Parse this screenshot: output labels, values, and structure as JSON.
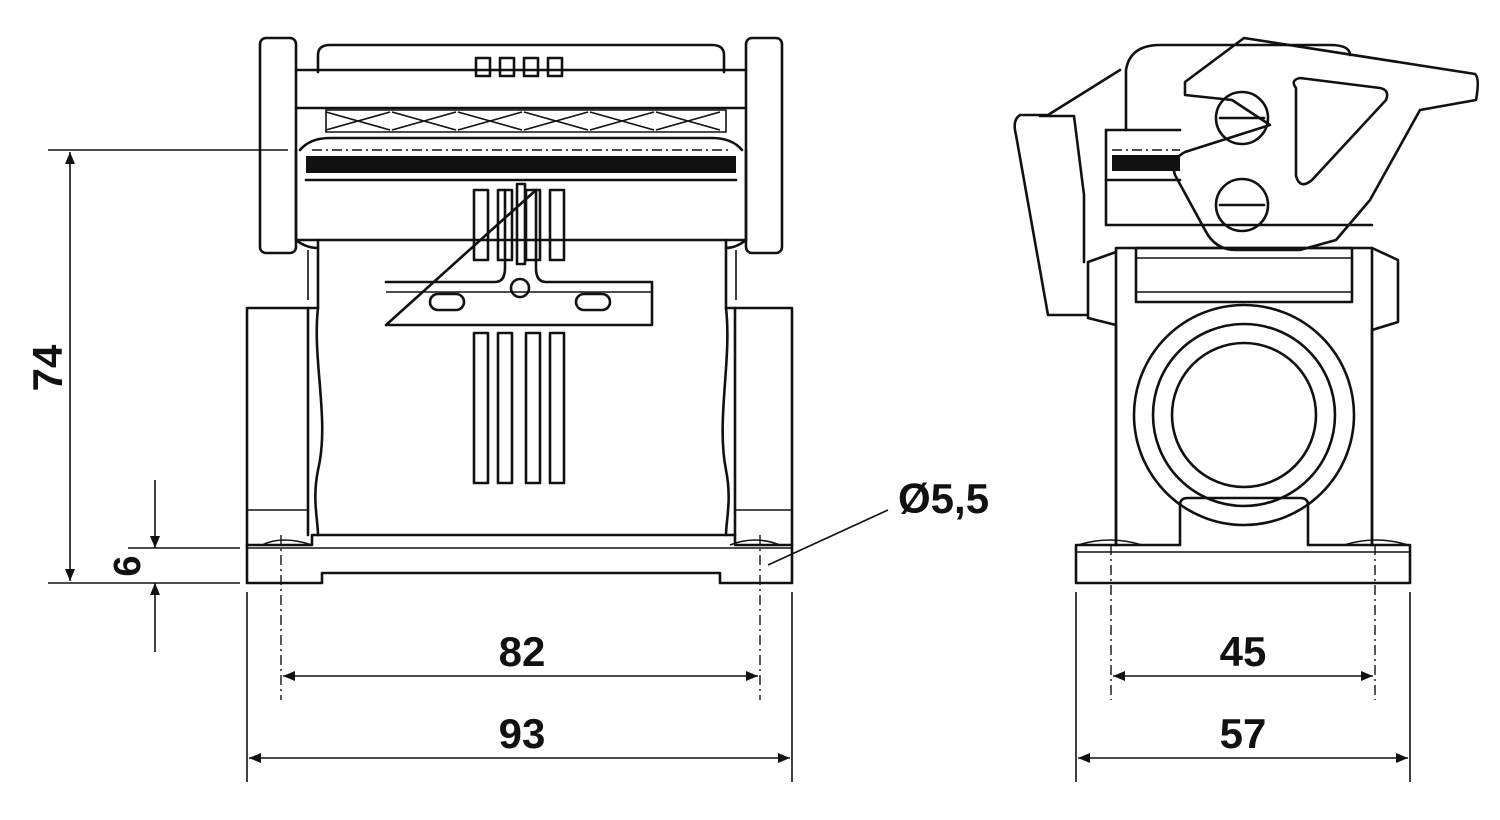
{
  "dimensions": {
    "height_total": "74",
    "base_height": "6",
    "hole_diameter": "Ø5,5",
    "front_hole_spacing": "82",
    "front_width": "93",
    "side_hole_spacing": "45",
    "side_width": "57"
  }
}
